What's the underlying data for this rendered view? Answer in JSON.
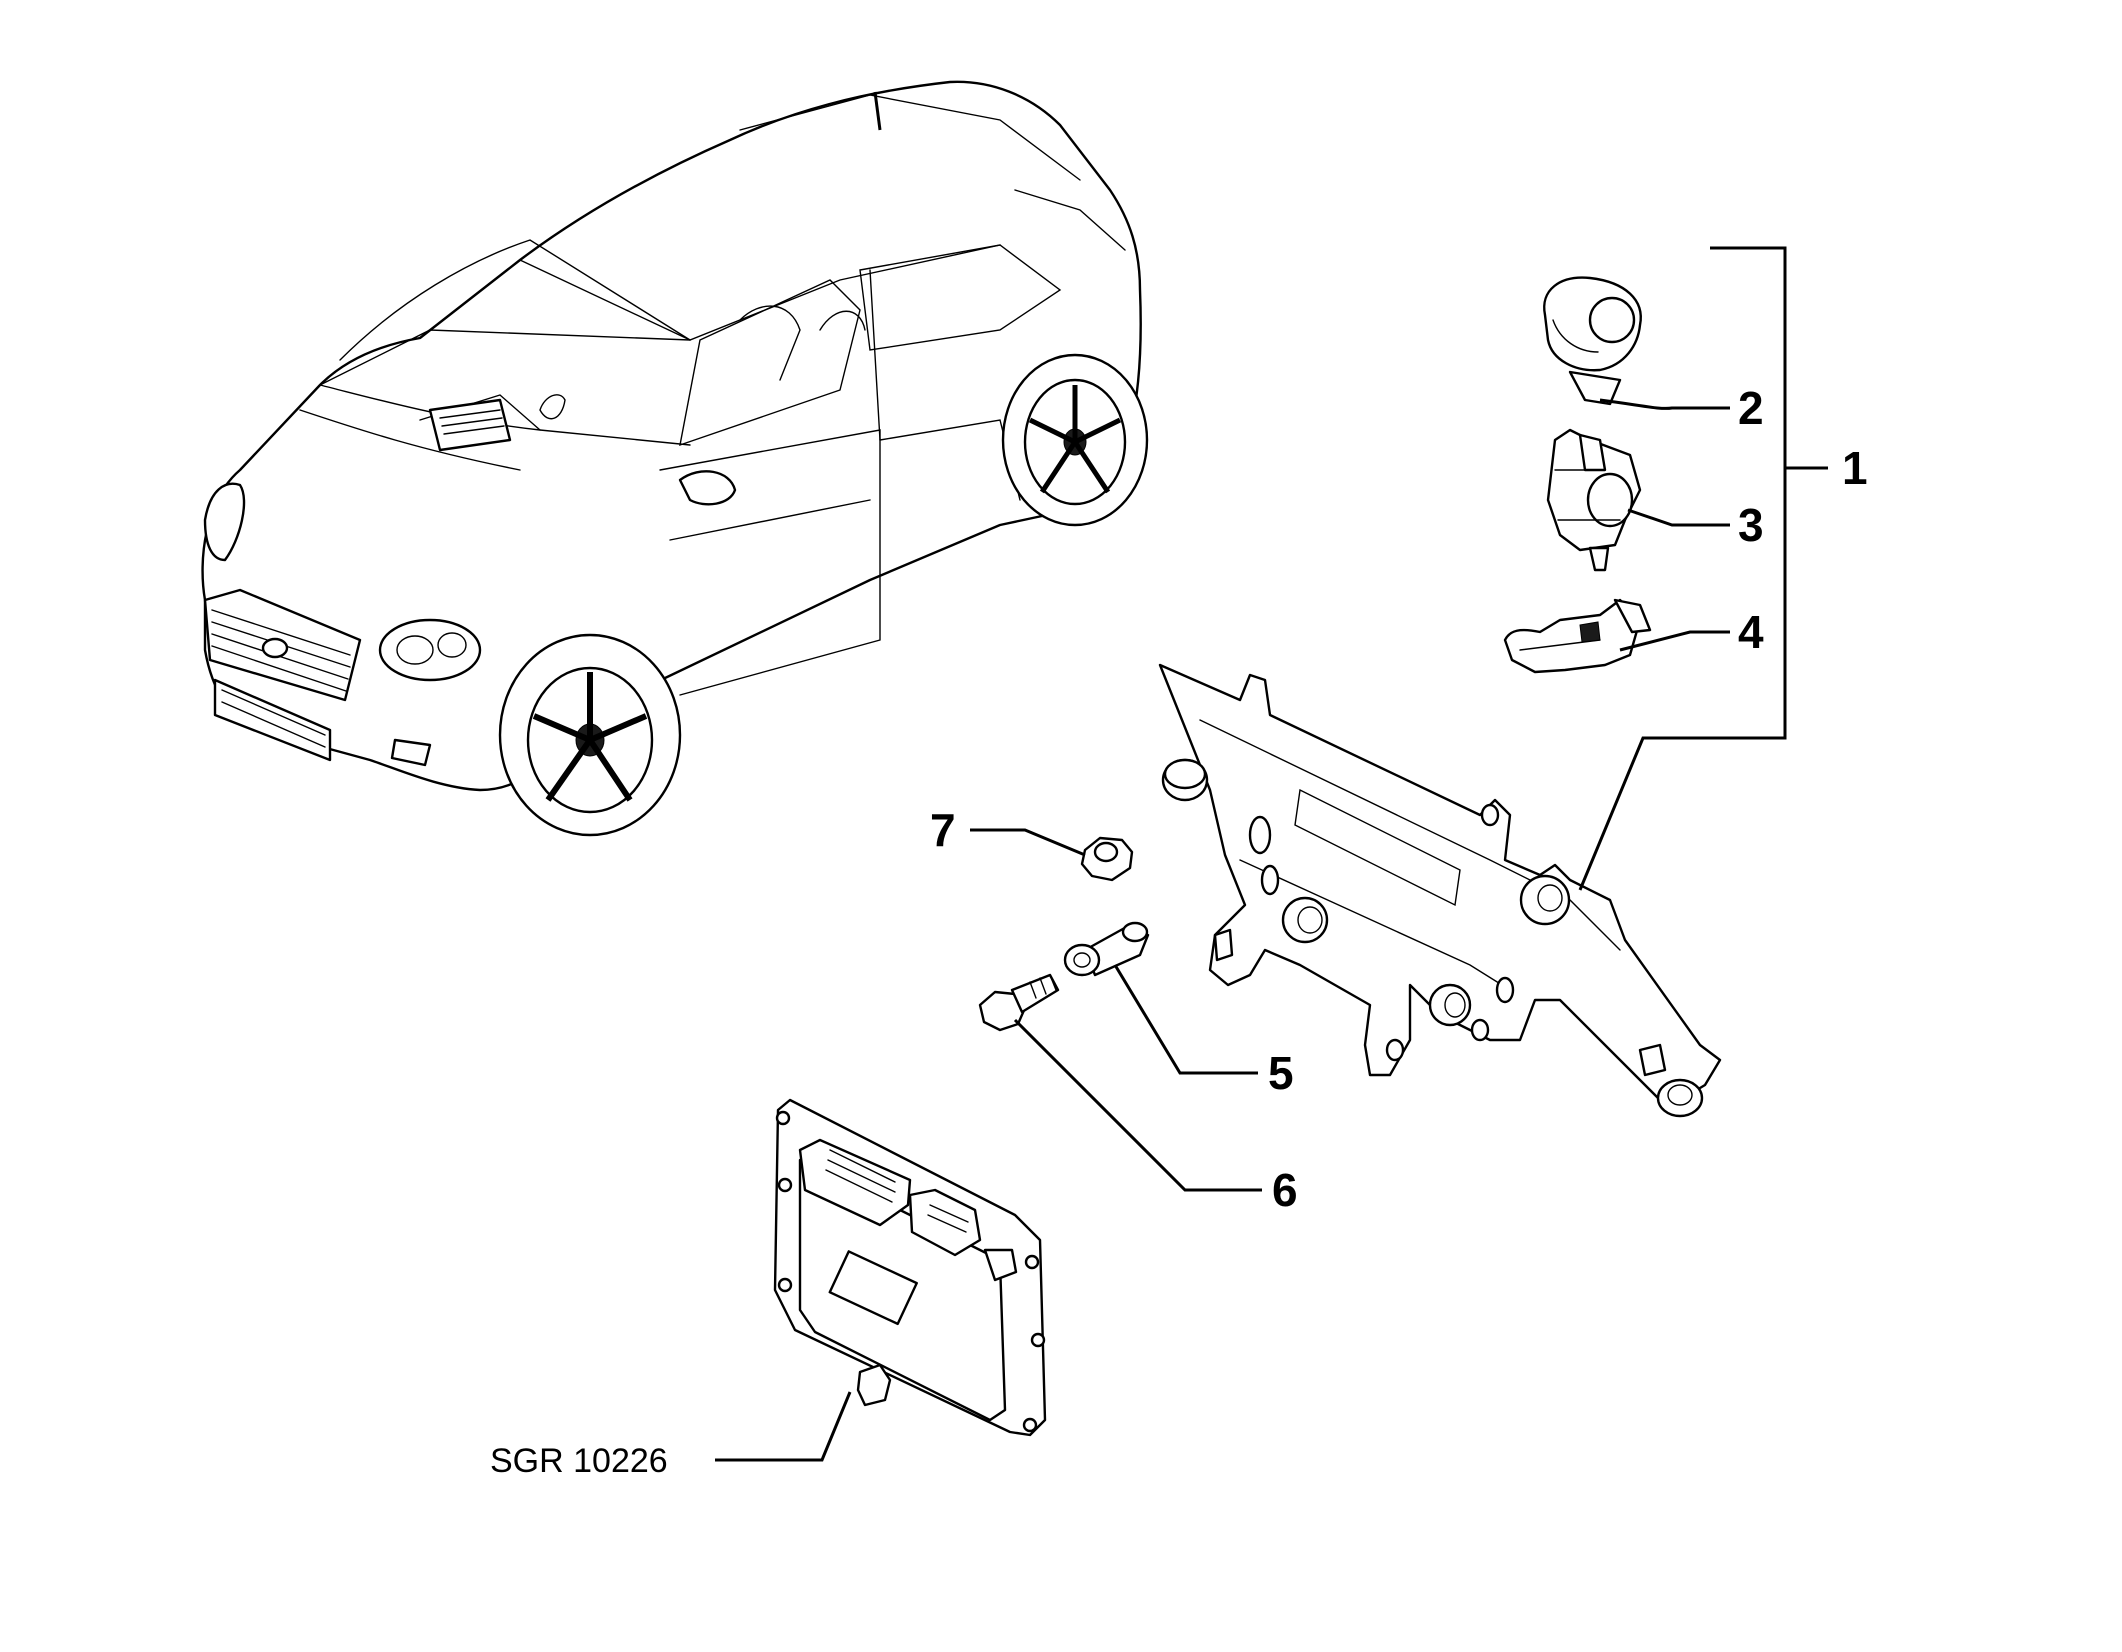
{
  "diagram": {
    "callouts": [
      {
        "id": "1",
        "label": "1"
      },
      {
        "id": "2",
        "label": "2"
      },
      {
        "id": "3",
        "label": "3"
      },
      {
        "id": "4",
        "label": "4"
      },
      {
        "id": "5",
        "label": "5"
      },
      {
        "id": "6",
        "label": "6"
      },
      {
        "id": "7",
        "label": "7"
      }
    ],
    "reference_code": "SGR 10226"
  }
}
